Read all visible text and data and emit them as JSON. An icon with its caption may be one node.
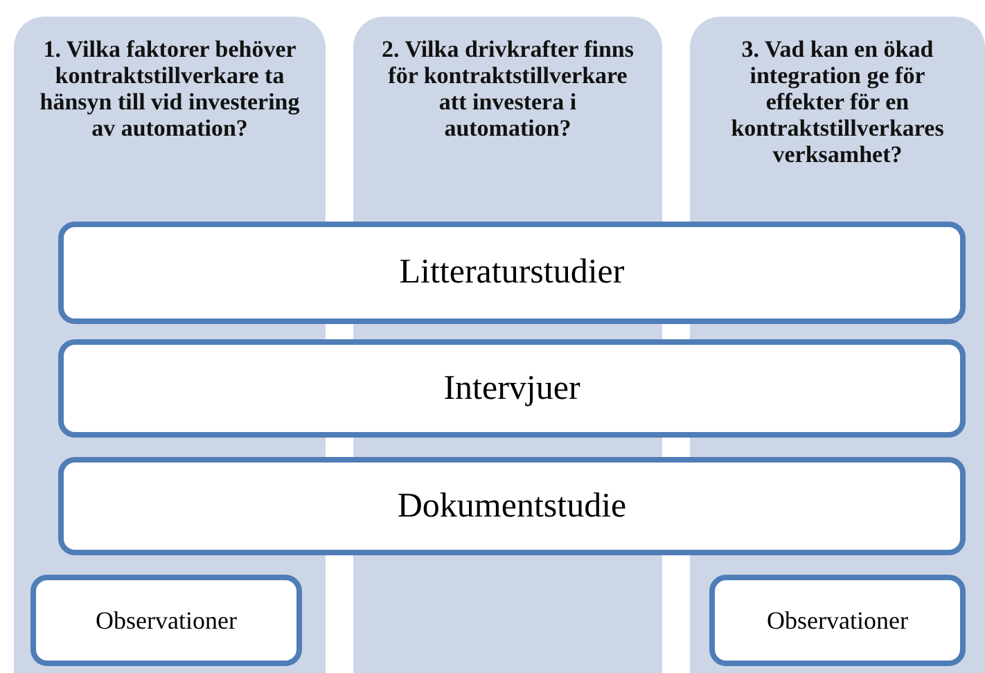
{
  "diagram": {
    "nodes": [
      {
        "text": [
          "1. Vilka faktorer behöver kontraktstillverkare ta hänsyn till vid investering av automation?"
        ]
      },
      {
        "text": [
          "2. Vilka drivkrafter finns för kontraktstillverkare att investera i automation?"
        ]
      },
      {
        "text": [
          "3. Vad kan en ökad integration ge för effekter för en kontraktstillverkares verksamhet?"
        ]
      },
      {
        "text": [
          "Litteraturstudier"
        ]
      },
      {
        "text": [
          "Intervjuer"
        ]
      },
      {
        "text": [
          "Dokumentstudie"
        ]
      },
      {
        "text": [
          "Observationer"
        ],
        "in": 0
      },
      {
        "text": [
          "Observationer"
        ],
        "in": 2
      }
    ]
  }
}
